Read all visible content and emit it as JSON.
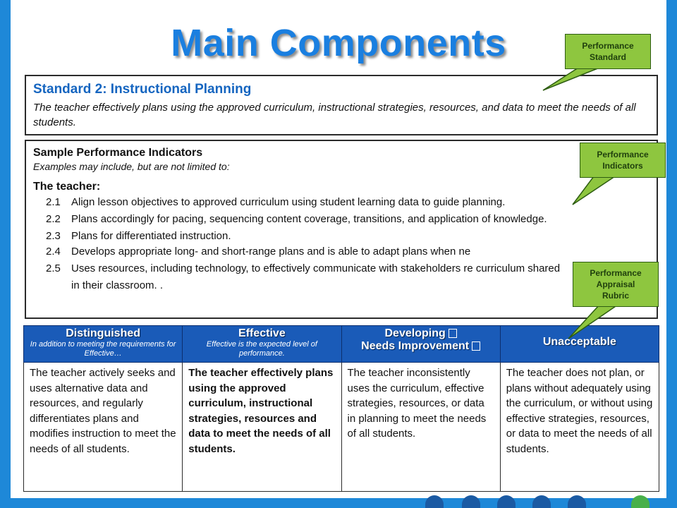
{
  "title": "Main Components",
  "standard": {
    "title": "Standard 2: Instructional Planning",
    "text": "The teacher effectively plans using the approved curriculum, instructional strategies, resources, and data to meet the needs of all students."
  },
  "indicators": {
    "title": "Sample Performance Indicators",
    "subtitle": "Examples may include, but are not limited to:",
    "teacher_label": "The teacher:",
    "items": [
      {
        "num": "2.1",
        "text": "Align lesson objectives to approved curriculum using student learning data to guide planning."
      },
      {
        "num": "2.2",
        "text": "Plans accordingly for pacing, sequencing content coverage, transitions, and application of knowledge."
      },
      {
        "num": "2.3",
        "text": "Plans for differentiated instruction."
      },
      {
        "num": "2.4",
        "text": "Develops appropriate long- and short-range plans and is able to adapt plans when ne"
      },
      {
        "num": "2.5",
        "text": "Uses resources, including technology, to effectively communicate with stakeholders re curriculum shared in their classroom. ."
      }
    ]
  },
  "rubric": {
    "headers": [
      {
        "label": "Distinguished",
        "sub": "In addition to meeting the requirements for Effective…"
      },
      {
        "label": "Effective",
        "sub": "Effective is the expected level of performance."
      },
      {
        "label": "Developing",
        "label2": "Needs Improvement"
      },
      {
        "label": "Unacceptable"
      }
    ],
    "cells": [
      "The teacher actively seeks and uses alternative data and resources, and regularly differentiates plans and modifies instruction to meet the needs of all students.",
      "The teacher effectively plans using the approved curriculum, instructional strategies, resources and data to meet the needs of all students.",
      "The teacher inconsistently uses the curriculum, effective strategies, resources, or data in planning to meet the needs of all students.",
      "The teacher does not plan, or plans without adequately using the curriculum, or without using effective strategies, resources, or data to meet the needs of all students."
    ]
  },
  "callouts": {
    "standard": {
      "line1": "Performance",
      "line2": "Standard"
    },
    "indicators": {
      "line1": "Performance",
      "line2": "Indicators"
    },
    "rubric": {
      "line1": "Performance",
      "line2": "Appraisal",
      "line3": "Rubric"
    }
  },
  "colors": {
    "accent_blue": "#1a7fe0",
    "header_blue": "#1a5bb8",
    "callout_green": "#8ec63f",
    "frame_blue": "#1e88d8"
  }
}
